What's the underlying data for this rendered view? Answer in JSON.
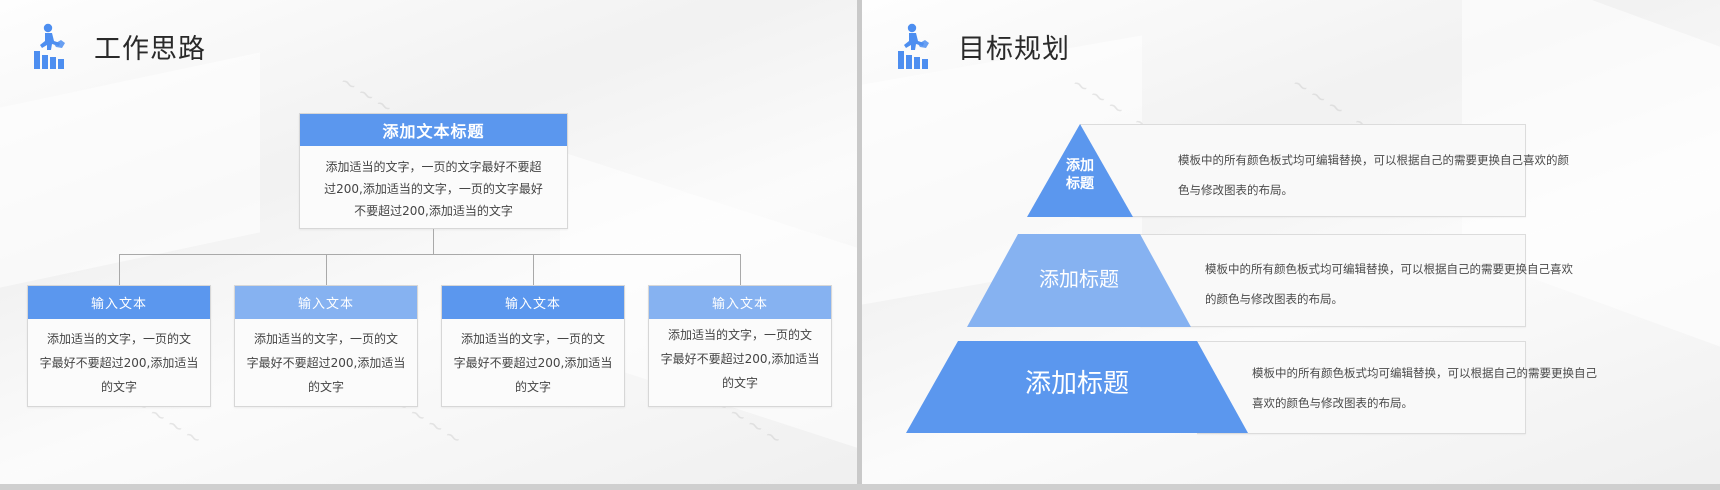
{
  "colors": {
    "accent": "#5b97ee",
    "accent_light": "#86b2f1",
    "text_dark": "#2a2a2a",
    "text_body": "#444444",
    "border": "#d7d7d7"
  },
  "left_slide": {
    "title": "工作思路",
    "icon": "climbing-person-bar-chart-icon",
    "root": {
      "title": "添加文本标题",
      "body_lines": [
        "添加适当的文字，一页的文字最好不要超",
        "过200,添加适当的文字，一页的文字最好",
        "不要超过200,添加适当的文字"
      ]
    },
    "children": [
      {
        "title": "输入文本",
        "style": "dark",
        "body_lines": [
          "添加适当的文字，一页的文",
          "字最好不要超过200,添加适当",
          "的文字"
        ]
      },
      {
        "title": "输入文本",
        "style": "light",
        "body_lines": [
          "添加适当的文字，一页的文",
          "字最好不要超过200,添加适当",
          "的文字"
        ]
      },
      {
        "title": "输入文本",
        "style": "dark",
        "body_lines": [
          "添加适当的文字，一页的文",
          "字最好不要超过200,添加适当",
          "的文字"
        ]
      },
      {
        "title": "输入文本",
        "style": "light",
        "body_lines": [
          "添加适当的文字，一页的文",
          "字最好不要超过200,添加适当",
          "的文字"
        ]
      }
    ]
  },
  "right_slide": {
    "title": "目标规划",
    "icon": "climbing-person-bar-chart-icon",
    "levels": [
      {
        "label_lines": [
          "添加",
          "标题"
        ],
        "color": "#5b97ee",
        "desc_lines": [
          "模板中的所有颜色板式均可编辑替换，可以根据自己的需要更换自己喜欢的颜",
          "色与修改图表的布局。"
        ]
      },
      {
        "label_lines": [
          "添加标题"
        ],
        "color": "#86b2f1",
        "desc_lines": [
          "模板中的所有颜色板式均可编辑替换，可以根据自己的需要更换自己喜欢",
          "的颜色与修改图表的布局。"
        ]
      },
      {
        "label_lines": [
          "添加标题"
        ],
        "color": "#5b97ee",
        "desc_lines": [
          "模板中的所有颜色板式均可编辑替换，可以根据自己的需要更换自己",
          "喜欢的颜色与修改图表的布局。"
        ]
      }
    ]
  }
}
